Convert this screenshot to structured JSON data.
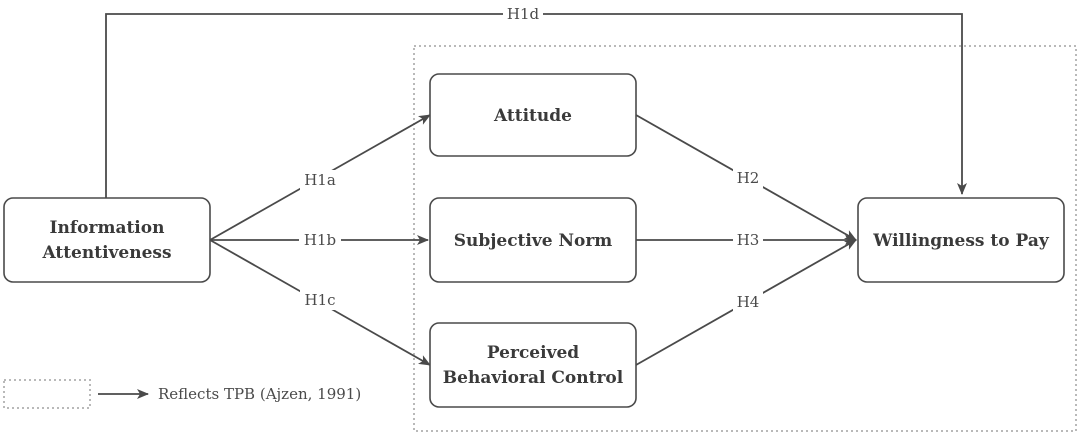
{
  "nodes": {
    "information_attentiveness": {
      "line1": "Information",
      "line2": "Attentiveness"
    },
    "attitude": {
      "label": "Attitude"
    },
    "subjective_norm": {
      "label": "Subjective Norm"
    },
    "perceived_behavioral_control": {
      "line1": "Perceived",
      "line2": "Behavioral Control"
    },
    "willingness_to_pay": {
      "label": "Willingness to Pay"
    }
  },
  "edges": {
    "h1a": "H1a",
    "h1b": "H1b",
    "h1c": "H1c",
    "h1d": "H1d",
    "h2": "H2",
    "h3": "H3",
    "h4": "H4"
  },
  "legend": {
    "text": "Reflects TPB (Ajzen, 1991)"
  },
  "colors": {
    "stroke": "#4a4a4a",
    "dotted_border": "#b9b9b9",
    "text": "#3a3a3a"
  }
}
